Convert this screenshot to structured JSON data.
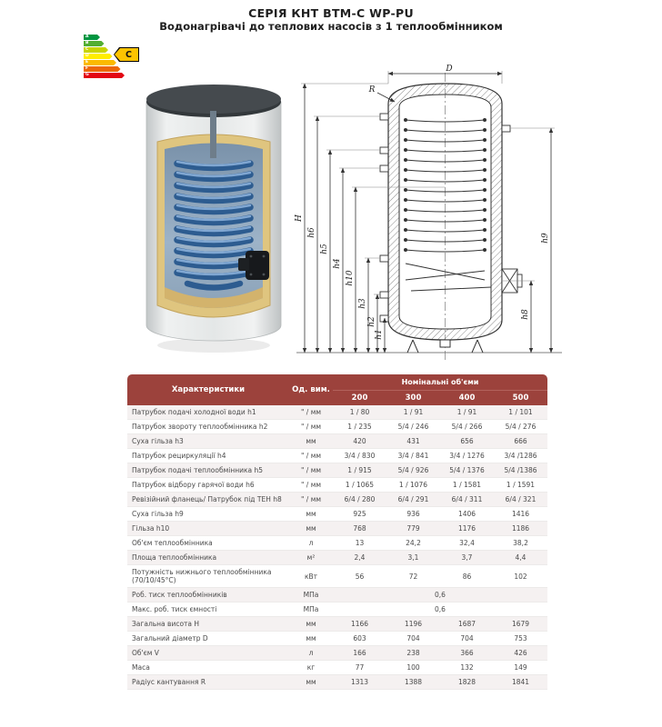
{
  "header": {
    "title": "СЕРІЯ КНТ ВТМ-С WP-PU",
    "subtitle": "Водонагрівачі до теплових насосів з 1 теплообмінником"
  },
  "energy_label": {
    "classes": [
      "A",
      "B",
      "C",
      "D",
      "E",
      "F",
      "G"
    ],
    "colors": [
      "#009540",
      "#52ae32",
      "#c8d400",
      "#ffed00",
      "#fbba00",
      "#ec6707",
      "#e30613"
    ],
    "indicator": "C",
    "indicator_color": "#fdc400"
  },
  "drawing": {
    "label_D": "D",
    "label_R": "R",
    "label_H": "H",
    "label_h1": "h1",
    "label_h2": "h2",
    "label_h3": "h3",
    "label_h4": "h4",
    "label_h5": "h5",
    "label_h6": "h6",
    "label_h8": "h8",
    "label_h9": "h9",
    "label_h10": "h10"
  },
  "table": {
    "header": {
      "characteristics": "Характеристики",
      "unit": "Од. вим.",
      "volumes_group": "Номінальні об'єми",
      "volumes": [
        "200",
        "300",
        "400",
        "500"
      ]
    },
    "rows": [
      {
        "name": "Патрубок подачі холодної води h1",
        "unit": "\" / мм",
        "values": [
          "1 / 80",
          "1 / 91",
          "1 / 91",
          "1 / 101"
        ]
      },
      {
        "name": "Патрубок звороту теплообмінника h2",
        "unit": "\" / мм",
        "values": [
          "1 / 235",
          "5/4 / 246",
          "5/4 / 266",
          "5/4 / 276"
        ]
      },
      {
        "name": "Суха гільза h3",
        "unit": "мм",
        "values": [
          "420",
          "431",
          "656",
          "666"
        ]
      },
      {
        "name": "Патрубок рециркуляції h4",
        "unit": "\" / мм",
        "values": [
          "3/4 / 830",
          "3/4 / 841",
          "3/4 / 1276",
          "3/4 /1286"
        ]
      },
      {
        "name": "Патрубок подачі теплообмінника h5",
        "unit": "\" / мм",
        "values": [
          "1 / 915",
          "5/4 / 926",
          "5/4 / 1376",
          "5/4 /1386"
        ]
      },
      {
        "name": "Патрубок відбору гарячої води h6",
        "unit": "\" / мм",
        "values": [
          "1 / 1065",
          "1 / 1076",
          "1 / 1581",
          "1 / 1591"
        ]
      },
      {
        "name": "Ревізійний фланець/ Патрубок під ТЕН h8",
        "unit": "\" / мм",
        "values": [
          "6/4 / 280",
          "6/4 / 291",
          "6/4 / 311",
          "6/4 / 321"
        ]
      },
      {
        "name": "Суха гільза h9",
        "unit": "мм",
        "values": [
          "925",
          "936",
          "1406",
          "1416"
        ]
      },
      {
        "name": "Гільза h10",
        "unit": "мм",
        "values": [
          "768",
          "779",
          "1176",
          "1186"
        ]
      },
      {
        "name": "Об'єм теплообмінника",
        "unit": "л",
        "values": [
          "13",
          "24,2",
          "32,4",
          "38,2"
        ]
      },
      {
        "name": "Площа теплообмінника",
        "unit": "м²",
        "values": [
          "2,4",
          "3,1",
          "3,7",
          "4,4"
        ]
      },
      {
        "name": "Потужність нижнього теплообмінника (70/10/45°C)",
        "unit": "кВт",
        "values": [
          "56",
          "72",
          "86",
          "102"
        ]
      },
      {
        "name": "Роб. тиск теплообмінників",
        "unit": "МПа",
        "span": true,
        "values": [
          "0,6"
        ]
      },
      {
        "name": "Макс. роб. тиск ємності",
        "unit": "МПа",
        "span": true,
        "values": [
          "0,6"
        ]
      },
      {
        "name": "Загальна висота H",
        "unit": "мм",
        "values": [
          "1166",
          "1196",
          "1687",
          "1679"
        ]
      },
      {
        "name": "Загальний діаметр D",
        "unit": "мм",
        "values": [
          "603",
          "704",
          "704",
          "753"
        ]
      },
      {
        "name": "Об'єм V",
        "unit": "л",
        "values": [
          "166",
          "238",
          "366",
          "426"
        ]
      },
      {
        "name": "Маса",
        "unit": "кг",
        "values": [
          "77",
          "100",
          "132",
          "149"
        ]
      },
      {
        "name": "Радіус кантування R",
        "unit": "мм",
        "values": [
          "1313",
          "1388",
          "1828",
          "1841"
        ]
      }
    ]
  },
  "colors": {
    "table_header_bg": "#9c423c",
    "row_alt_bg": "#f5f1f1"
  }
}
